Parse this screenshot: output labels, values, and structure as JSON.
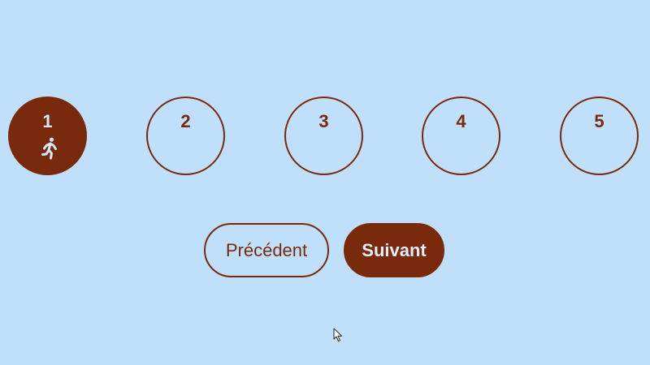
{
  "steps": [
    {
      "label": "1",
      "active": true,
      "icon": "running-person-icon"
    },
    {
      "label": "2",
      "active": false
    },
    {
      "label": "3",
      "active": false
    },
    {
      "label": "4",
      "active": false
    },
    {
      "label": "5",
      "active": false
    }
  ],
  "buttons": {
    "previous_label": "Précédent",
    "next_label": "Suivant"
  },
  "colors": {
    "background": "#bfdffb",
    "accent": "#7a2a0c",
    "active_text": "#d7e8fb"
  }
}
